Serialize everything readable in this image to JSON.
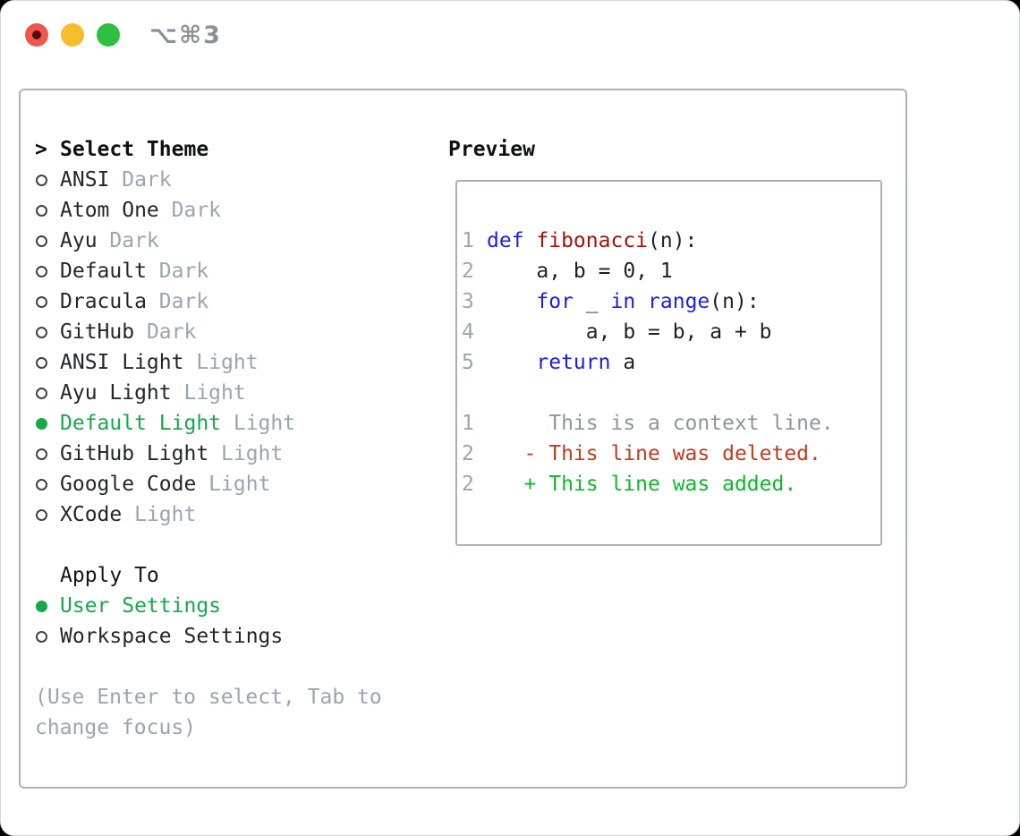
{
  "window": {
    "shortcut": "⌥⌘3"
  },
  "theme_picker": {
    "prompt": ">",
    "title": "Select Theme",
    "items": [
      {
        "name": "ANSI",
        "variant": "Dark",
        "selected": false
      },
      {
        "name": "Atom One",
        "variant": "Dark",
        "selected": false
      },
      {
        "name": "Ayu",
        "variant": "Dark",
        "selected": false
      },
      {
        "name": "Default",
        "variant": "Dark",
        "selected": false
      },
      {
        "name": "Dracula",
        "variant": "Dark",
        "selected": false
      },
      {
        "name": "GitHub",
        "variant": "Dark",
        "selected": false
      },
      {
        "name": "ANSI Light",
        "variant": "Light",
        "selected": false
      },
      {
        "name": "Ayu Light",
        "variant": "Light",
        "selected": false
      },
      {
        "name": "Default Light",
        "variant": "Light",
        "selected": true
      },
      {
        "name": "GitHub Light",
        "variant": "Light",
        "selected": false
      },
      {
        "name": "Google Code",
        "variant": "Light",
        "selected": false
      },
      {
        "name": "XCode",
        "variant": "Light",
        "selected": false
      }
    ],
    "apply_to": {
      "title": "Apply To",
      "options": [
        {
          "name": "User Settings",
          "selected": true
        },
        {
          "name": "Workspace Settings",
          "selected": false
        }
      ]
    },
    "help": "(Use Enter to select, Tab to\nchange focus)"
  },
  "preview": {
    "title": "Preview",
    "code_lines": [
      {
        "num": "1",
        "tokens": [
          [
            "def ",
            "kw"
          ],
          [
            "fibonacci",
            "fn"
          ],
          [
            "(n):",
            "pl"
          ]
        ]
      },
      {
        "num": "2",
        "tokens": [
          [
            "    a, b = 0, 1",
            "pl"
          ]
        ]
      },
      {
        "num": "3",
        "tokens": [
          [
            "    ",
            "pl"
          ],
          [
            "for",
            "kw"
          ],
          [
            " _ ",
            "pl"
          ],
          [
            "in",
            "kw"
          ],
          [
            " ",
            "pl"
          ],
          [
            "range",
            "kw"
          ],
          [
            "(n):",
            "pl"
          ]
        ]
      },
      {
        "num": "4",
        "tokens": [
          [
            "        a, b = b, a + b",
            "pl"
          ]
        ]
      },
      {
        "num": "5",
        "tokens": [
          [
            "    ",
            "pl"
          ],
          [
            "return",
            "kw"
          ],
          [
            " a",
            "pl"
          ]
        ]
      }
    ],
    "diff_lines": [
      {
        "num": "1",
        "kind": "context",
        "text": "     This is a context line."
      },
      {
        "num": "2",
        "kind": "deleted",
        "text": "   - This line was deleted."
      },
      {
        "num": "2",
        "kind": "added",
        "text": "   + This line was added."
      }
    ]
  },
  "colors": {
    "green": "#16a94a",
    "muted": "#9aa5b1",
    "border-gray": "#a9b2bc",
    "kw-blue": "#1d1de4",
    "fn-red": "#a21408",
    "diff-red": "#c23a1d",
    "diff-green": "#0cb929",
    "ctx-gray": "#8d969e",
    "traffic-red": "#f2544e",
    "traffic-red-dot": "#4d0d0d",
    "traffic-yellow": "#f5bd2e",
    "traffic-green": "#2fbf44"
  }
}
